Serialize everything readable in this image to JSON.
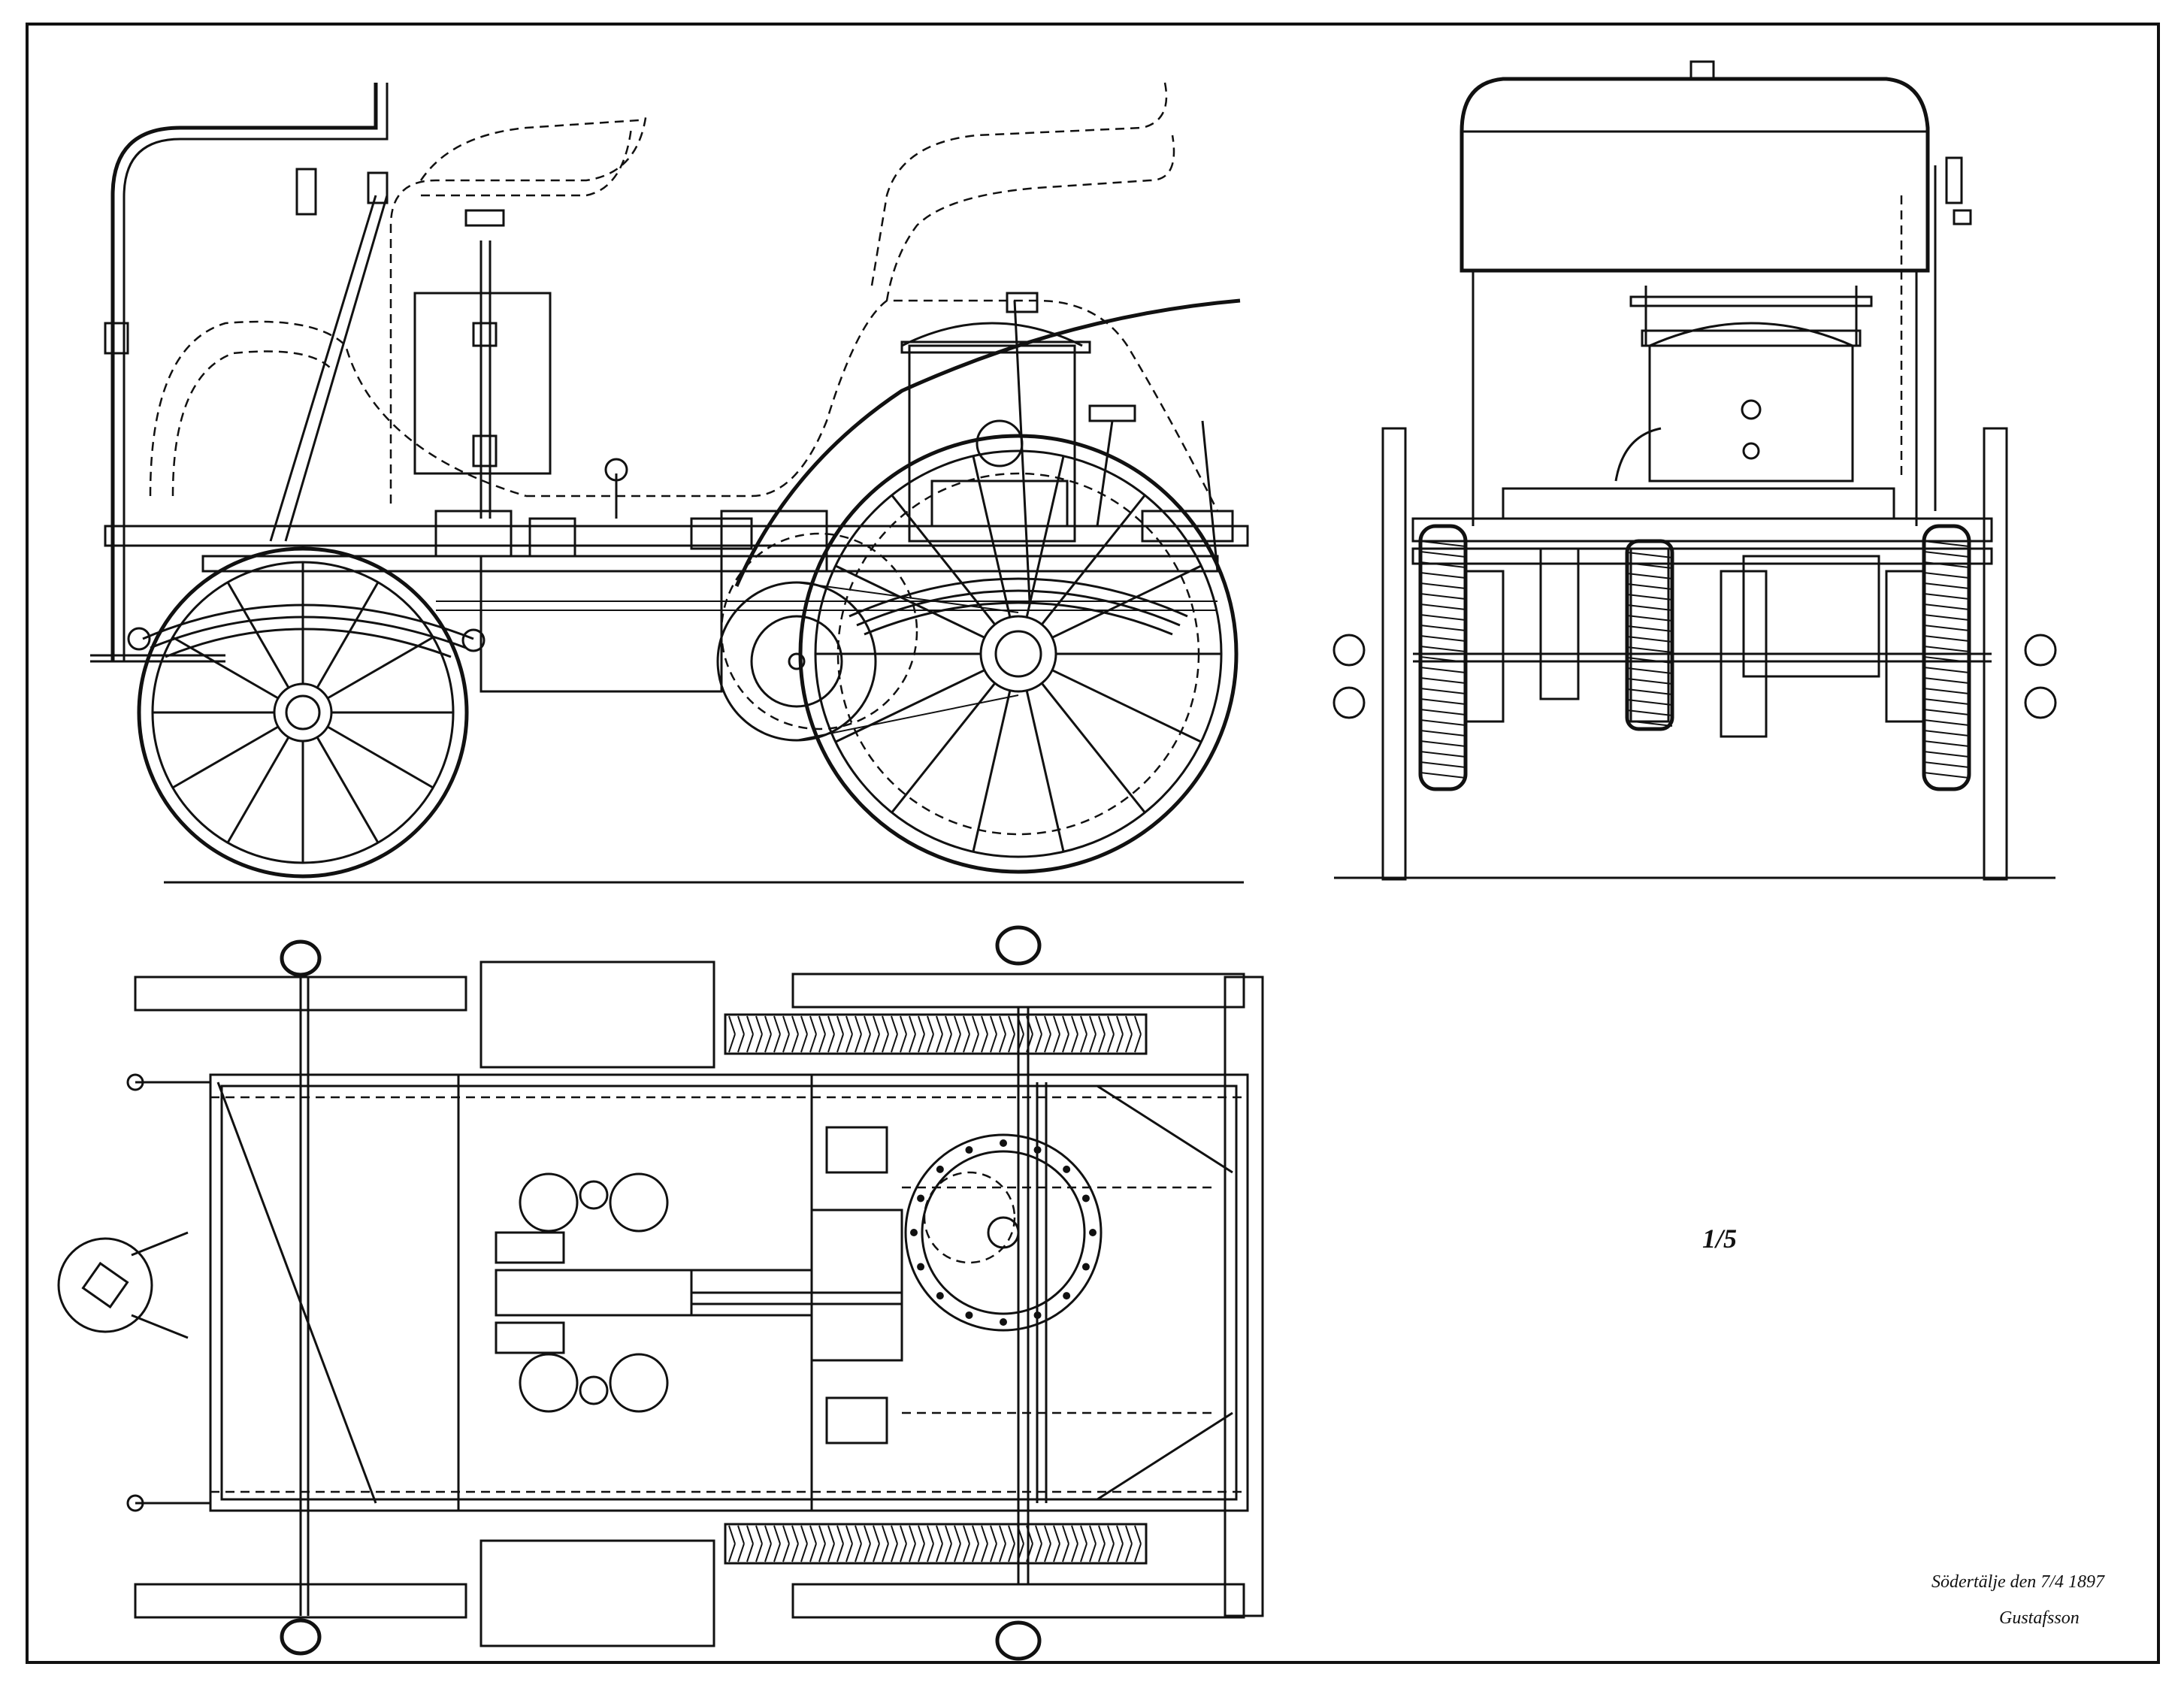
{
  "sheet": {
    "scale": "1/5",
    "place_date": "Södertälje den 7/4 1897",
    "signature": "Gustafsson"
  },
  "views": [
    {
      "id": "side-elevation"
    },
    {
      "id": "front-elevation"
    },
    {
      "id": "plan-view"
    }
  ],
  "colors": {
    "paper": "#ffffff",
    "ink": "#111111"
  }
}
